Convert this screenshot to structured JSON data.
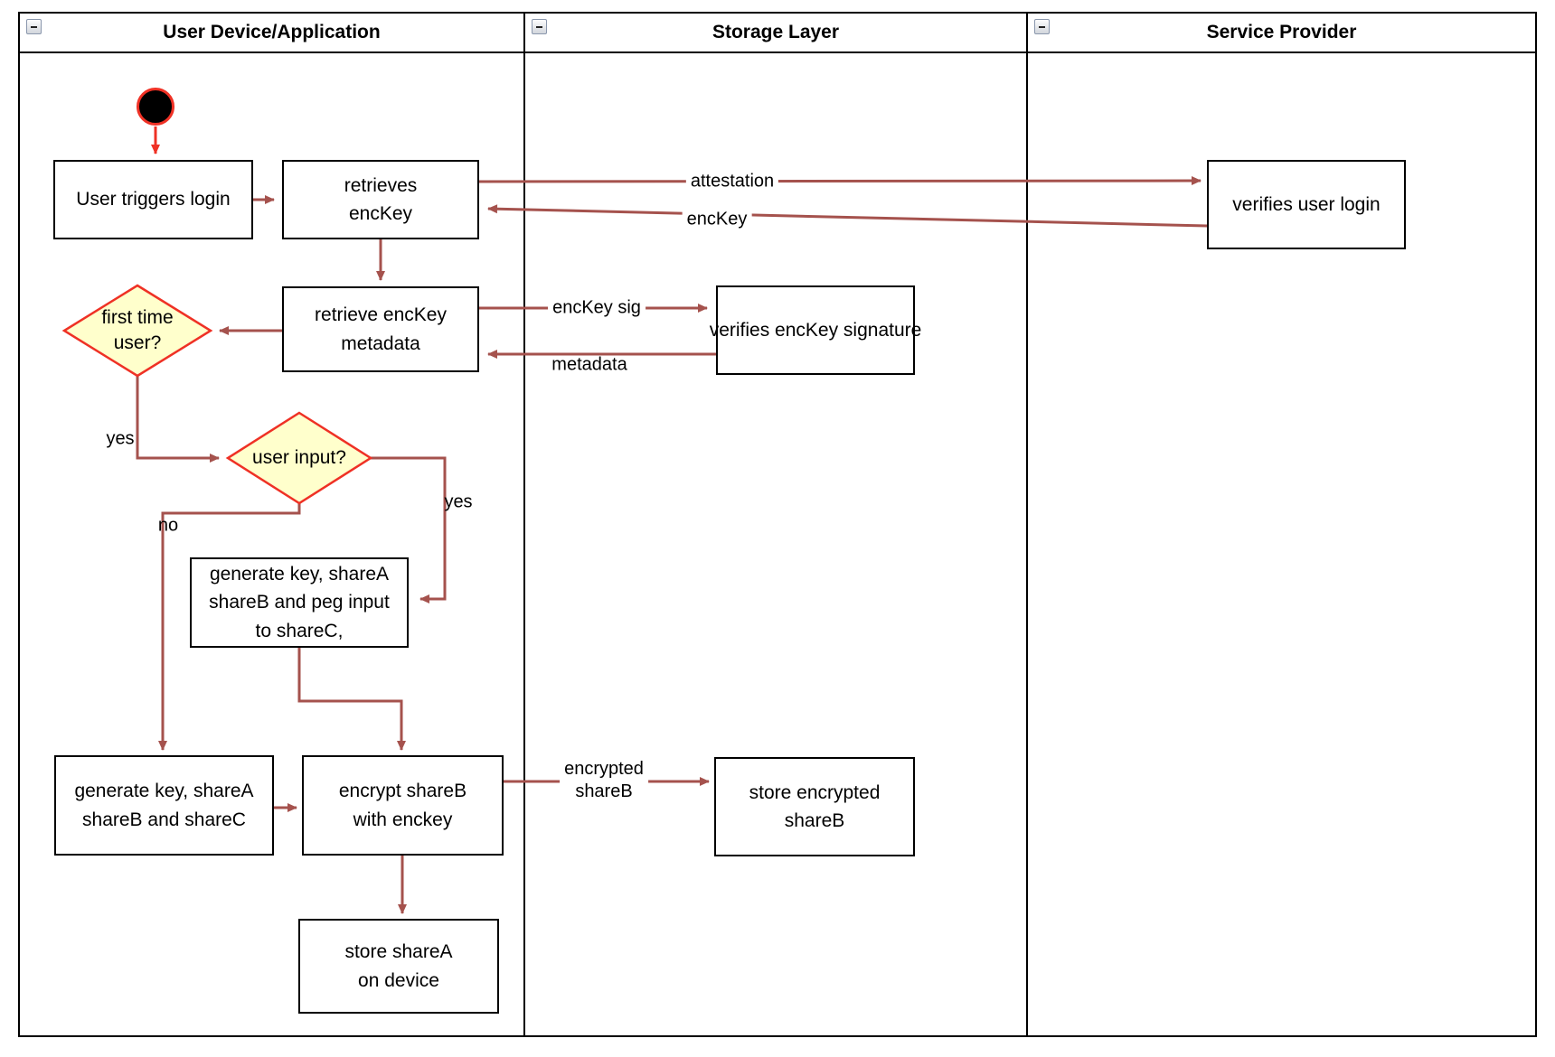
{
  "lanes": [
    {
      "title": "User Device/Application"
    },
    {
      "title": "Storage Layer"
    },
    {
      "title": "Service Provider"
    }
  ],
  "nodes": {
    "login": {
      "label": "User triggers login"
    },
    "retrieves": {
      "label": "retrieves\nencKey"
    },
    "metadata": {
      "label": "retrieve encKey\nmetadata"
    },
    "first_time": {
      "label": "first time\nuser?"
    },
    "user_input": {
      "label": "user input?"
    },
    "gen_peg": {
      "label": "generate key, shareA\nshareB and peg input\nto shareC,"
    },
    "gen_abc": {
      "label": "generate key, shareA\nshareB and shareC"
    },
    "encrypt": {
      "label": "encrypt shareB\nwith enckey"
    },
    "store_a": {
      "label": "store shareA\non device"
    },
    "verify_login": {
      "label": "verifies user login"
    },
    "verify_sig": {
      "label": "verifies encKey signature"
    },
    "store_b": {
      "label": "store encrypted\nshareB"
    }
  },
  "edges": {
    "attestation": {
      "label": "attestation"
    },
    "enckey": {
      "label": "encKey"
    },
    "enckey_sig": {
      "label": "encKey sig"
    },
    "metadata": {
      "label": "metadata"
    },
    "encrypted_shareb": {
      "label": "encrypted\nshareB"
    },
    "first_time_yes": {
      "label": "yes"
    },
    "user_input_yes": {
      "label": "yes"
    },
    "user_input_no": {
      "label": "no"
    }
  },
  "colors": {
    "arrow": "#a5524d",
    "accent_red": "#ef3125",
    "decision_fill": "#ffffcc",
    "lane_border": "#000000"
  }
}
